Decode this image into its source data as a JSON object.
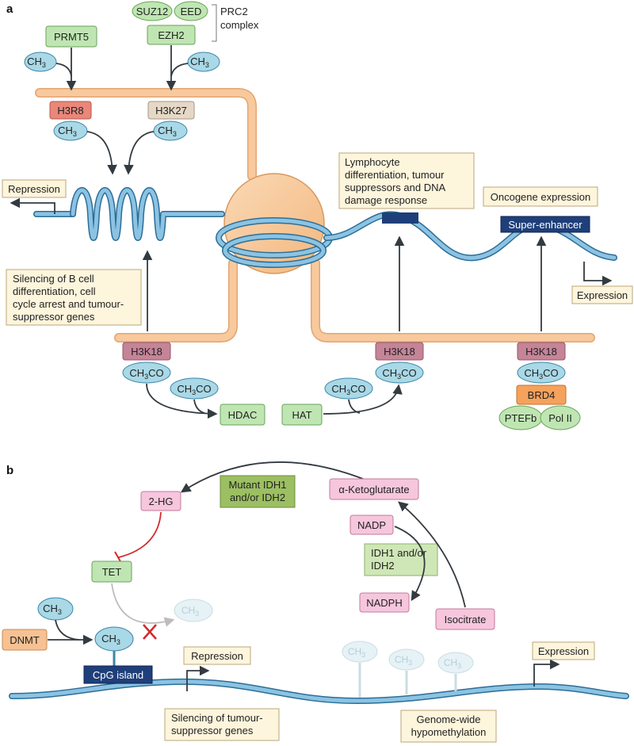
{
  "panel_a": {
    "label": "a",
    "prmt5": "PRMT5",
    "suz12": "SUZ12",
    "eed": "EED",
    "ezh2": "EZH2",
    "prc2_line1": "PRC2",
    "prc2_line2": "complex",
    "ch3": "CH",
    "ch3_sub": "3",
    "h3r8": "H3R8",
    "h3k27": "H3K27",
    "h3k18": "H3K18",
    "ch3co_pre": "CH",
    "ch3co_sub": "3",
    "ch3co_post": "CO",
    "repression": "Repression",
    "silencing_lines": [
      "Silencing of B cell",
      "differentiation, cell",
      "cycle arrest and tumour-",
      "suppressor genes"
    ],
    "lymphocyte_lines": [
      "Lymphocyte",
      "differentiation, tumour",
      "suppressors and DNA",
      "damage response"
    ],
    "oncogene": "Oncogene expression",
    "super_enhancer": "Super-enhancer",
    "expression": "Expression",
    "hdac": "HDAC",
    "hat": "HAT",
    "brd4": "BRD4",
    "ptefb": "PTEFb",
    "pol2": "Pol II"
  },
  "panel_b": {
    "label": "b",
    "two_hg": "2-HG",
    "mutant_idh_lines": [
      "Mutant IDH1",
      "and/or IDH2"
    ],
    "akg": "α-Ketoglutarate",
    "nadp": "NADP",
    "idh_lines": [
      "IDH1 and/or",
      "IDH2"
    ],
    "nadph": "NADPH",
    "isocitrate": "Isocitrate",
    "tet": "TET",
    "dnmt": "DNMT",
    "ch3": "CH",
    "ch3_sub": "3",
    "cpg": "CpG island",
    "repression": "Repression",
    "expression": "Expression",
    "silencing_lines": [
      "Silencing of tumour-",
      "suppressor genes"
    ],
    "hypo_lines": [
      "Genome-wide",
      "hypomethylation"
    ]
  },
  "colors": {
    "chromatin": "#f8c99d",
    "chromatin_edge": "#e3a572",
    "dna": "#7fb9dc",
    "dna_edge": "#2c6e96",
    "methyl": "#a9d8e6",
    "green_box": "#bfe6b2",
    "dark_green_box": "#9cbf62",
    "pink_box": "#f6c6dd",
    "note_box": "#fdf5dc",
    "navy": "#1f3f7a",
    "orange": "#f5a25d",
    "arrow": "#333a40",
    "inhibit": "#d22a2a"
  }
}
